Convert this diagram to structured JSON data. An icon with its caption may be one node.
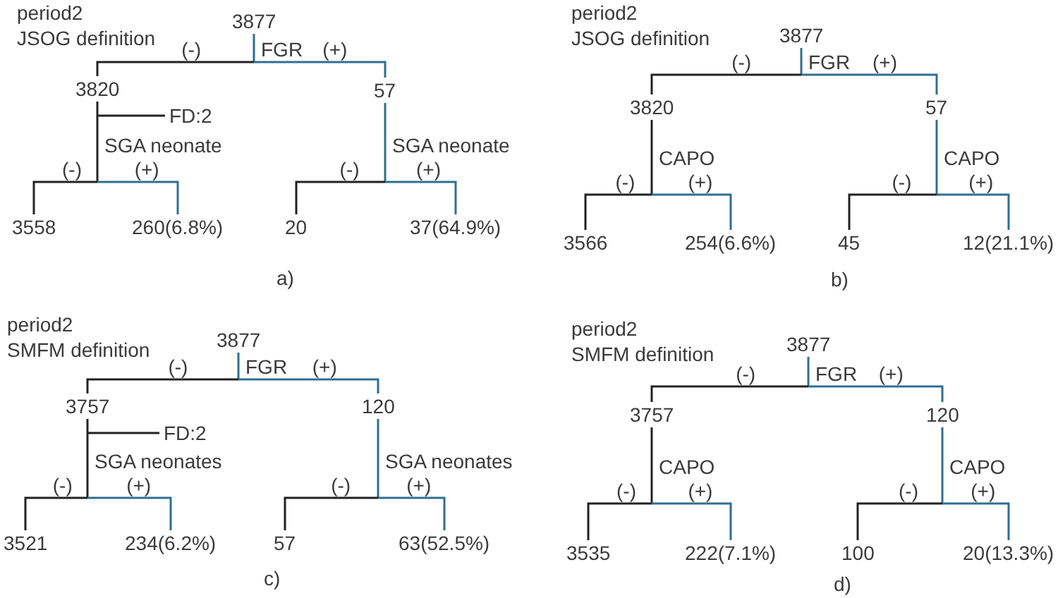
{
  "diagram": {
    "nodes": [
      {
        "text": [
          "3877"
        ],
        "beside": [
          "FGR"
        ]
      },
      {
        "text": [
          "3820"
        ]
      },
      {
        "text": [
          "57"
        ],
        "beside": [
          "SGA neonate"
        ]
      },
      {
        "text": [
          "FD:2"
        ]
      },
      {
        "text": [
          "3558"
        ]
      },
      {
        "text": [
          "260(6.8%)"
        ]
      },
      {
        "text": [
          "20"
        ]
      },
      {
        "text": [
          "37(64.9%)"
        ]
      },
      {
        "text": [
          "3877"
        ],
        "beside": [
          "FGR"
        ]
      },
      {
        "text": [
          "3820"
        ],
        "beside": [
          "CAPO"
        ]
      },
      {
        "text": [
          "57"
        ],
        "beside": [
          "CAPO"
        ]
      },
      {
        "text": [
          "3566"
        ]
      },
      {
        "text": [
          "254(6.6%)"
        ]
      },
      {
        "text": [
          "45"
        ]
      },
      {
        "text": [
          "12(21.1%)"
        ]
      },
      {
        "text": [
          "3877"
        ],
        "beside": [
          "FGR"
        ]
      },
      {
        "text": [
          "3757"
        ]
      },
      {
        "text": [
          "120"
        ],
        "beside": [
          "SGA neonates"
        ]
      },
      {
        "text": [
          "FD:2"
        ]
      },
      {
        "text": [
          "3521"
        ]
      },
      {
        "text": [
          "234(6.2%)"
        ]
      },
      {
        "text": [
          "57"
        ]
      },
      {
        "text": [
          "63(52.5%)"
        ]
      },
      {
        "text": [
          "3877"
        ],
        "beside": [
          "FGR"
        ]
      },
      {
        "text": [
          "3757"
        ],
        "beside": [
          "CAPO"
        ]
      },
      {
        "text": [
          "120"
        ],
        "beside": [
          "CAPO"
        ]
      },
      {
        "text": [
          "3535"
        ]
      },
      {
        "text": [
          "222(7.1%)"
        ]
      },
      {
        "text": [
          "100"
        ]
      },
      {
        "text": [
          "20(13.3%)"
        ]
      }
    ],
    "edges": [
      {
        "from": 0,
        "to": 1,
        "arrow": "none",
        "label": "(-)"
      },
      {
        "from": 0,
        "to": 2,
        "arrow": "none",
        "label": "(+)",
        "color": "#2f6f91"
      },
      {
        "from": 1,
        "to": 3,
        "arrow": "none"
      },
      {
        "from": 1,
        "to": 4,
        "arrow": "none",
        "label": "(-)"
      },
      {
        "from": 1,
        "to": 5,
        "arrow": "none",
        "label": "(+)",
        "color": "#2f6f91"
      },
      {
        "from": 2,
        "to": 6,
        "arrow": "none",
        "label": "(-)"
      },
      {
        "from": 2,
        "to": 7,
        "arrow": "none",
        "label": "(+)",
        "color": "#2f6f91"
      },
      {
        "from": 8,
        "to": 9,
        "arrow": "none",
        "label": "(-)"
      },
      {
        "from": 8,
        "to": 10,
        "arrow": "none",
        "label": "(+)",
        "color": "#2f6f91"
      },
      {
        "from": 9,
        "to": 11,
        "arrow": "none",
        "label": "(-)"
      },
      {
        "from": 9,
        "to": 12,
        "arrow": "none",
        "label": "(+)",
        "color": "#2f6f91"
      },
      {
        "from": 10,
        "to": 13,
        "arrow": "none",
        "label": "(-)"
      },
      {
        "from": 10,
        "to": 14,
        "arrow": "none",
        "label": "(+)",
        "color": "#2f6f91"
      },
      {
        "from": 15,
        "to": 16,
        "arrow": "none",
        "label": "(-)"
      },
      {
        "from": 15,
        "to": 17,
        "arrow": "none",
        "label": "(+)",
        "color": "#2f6f91"
      },
      {
        "from": 16,
        "to": 18,
        "arrow": "none"
      },
      {
        "from": 16,
        "to": 19,
        "arrow": "none",
        "label": "(-)"
      },
      {
        "from": 16,
        "to": 20,
        "arrow": "none",
        "label": "(+)",
        "color": "#2f6f91"
      },
      {
        "from": 17,
        "to": 21,
        "arrow": "none",
        "label": "(-)"
      },
      {
        "from": 17,
        "to": 22,
        "arrow": "none",
        "label": "(+)",
        "color": "#2f6f91"
      },
      {
        "from": 23,
        "to": 24,
        "arrow": "none",
        "label": "(-)"
      },
      {
        "from": 23,
        "to": 25,
        "arrow": "none",
        "label": "(+)",
        "color": "#2f6f91"
      },
      {
        "from": 24,
        "to": 26,
        "arrow": "none",
        "label": "(-)"
      },
      {
        "from": 24,
        "to": 27,
        "arrow": "none",
        "label": "(+)",
        "color": "#2f6f91"
      },
      {
        "from": 25,
        "to": 28,
        "arrow": "none",
        "label": "(-)"
      },
      {
        "from": 25,
        "to": 29,
        "arrow": "none",
        "label": "(+)",
        "color": "#2f6f91"
      }
    ],
    "labels": [
      "period2 JSOG definition",
      "period2 JSOG definition",
      "SGA neonate",
      "a)",
      "b)",
      "period2 SMFM definition",
      "period2 SMFM definition",
      "SGA neonates",
      "c)",
      "d)"
    ]
  }
}
